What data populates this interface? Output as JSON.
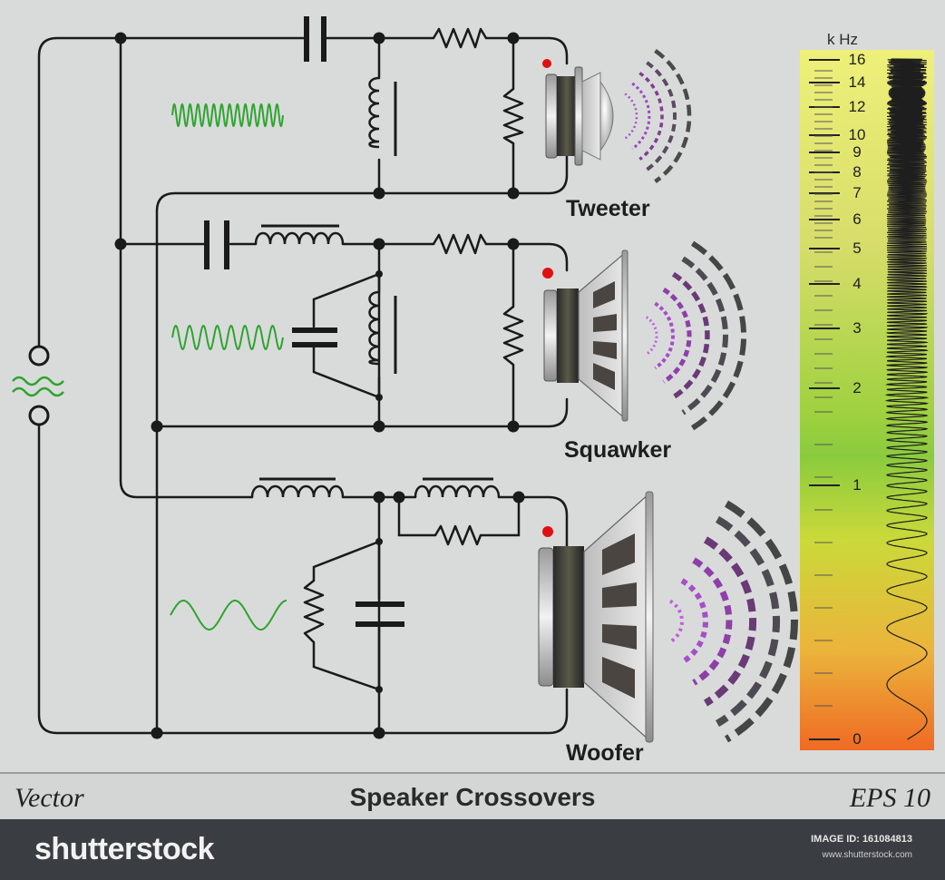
{
  "labels": {
    "tweeter": "Tweeter",
    "squawker": "Squawker",
    "woofer": "Woofer"
  },
  "scale": {
    "unit": "k Hz",
    "ticks": [
      "16",
      "14",
      "12",
      "10",
      "9",
      "8",
      "7",
      "6",
      "5",
      "4",
      "3",
      "2",
      "1",
      "0"
    ]
  },
  "footer": {
    "left": "Vector",
    "title": "Speaker Crossovers",
    "right": "EPS 10"
  },
  "watermark": {
    "brand": "shutterstock",
    "image_id": "IMAGE ID: 161084813",
    "site": "www.shutterstock.com"
  },
  "colors": {
    "background": "#d9dbdb",
    "wire": "#1a1a1a",
    "signal_wave": "#2ea42e",
    "sound_inner": "#a64ec8",
    "sound_outer": "#5a4a5e",
    "marker": "#e01010",
    "watermark_bar": "#3a3d42"
  }
}
